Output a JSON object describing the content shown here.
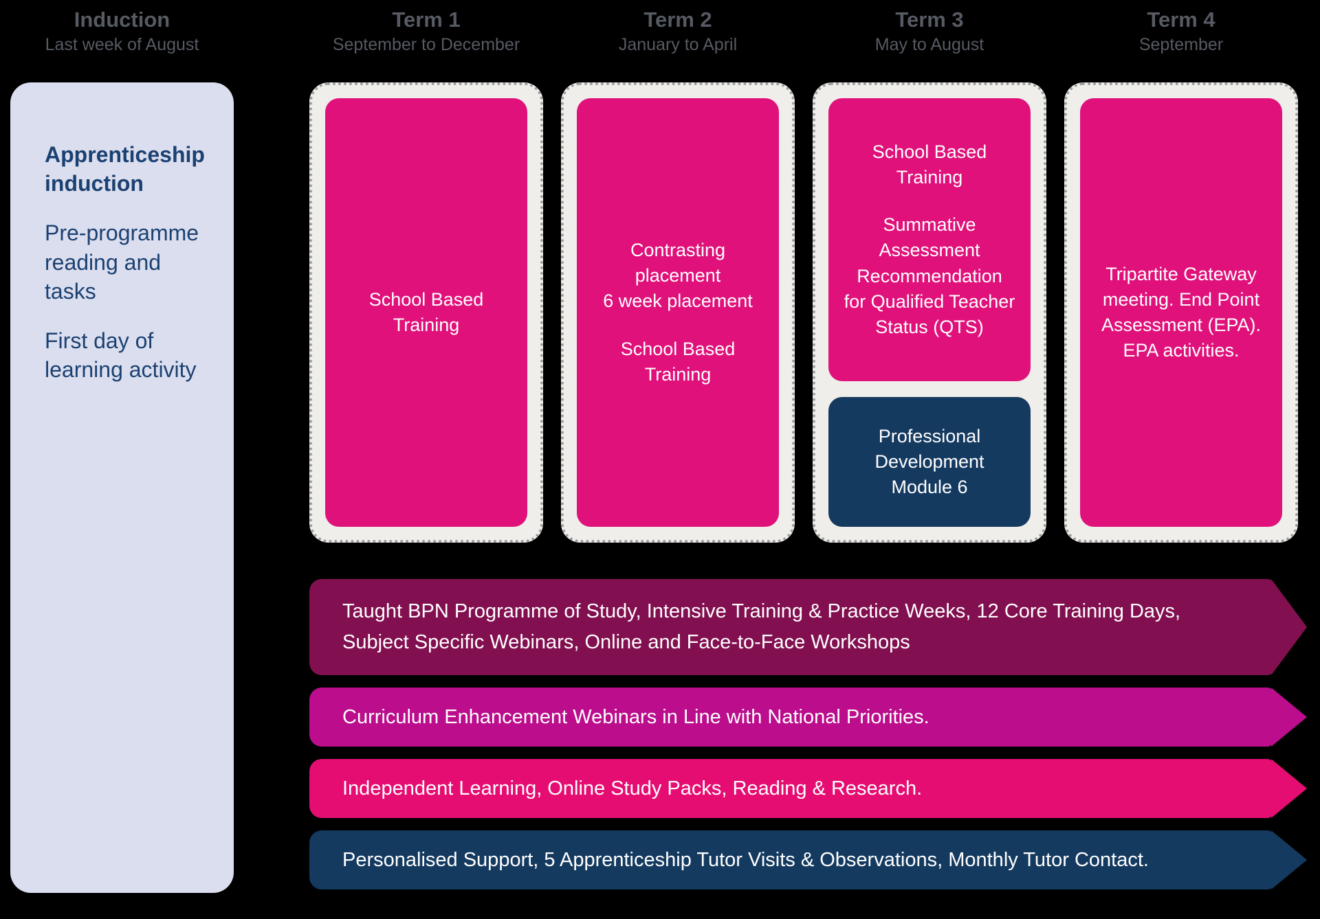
{
  "colors": {
    "background": "#000000",
    "header_text": "#565A62",
    "panel_bg": "#DBDEEE",
    "panel_text": "#1B4172",
    "term_box_bg": "#EFEEEA",
    "term_box_dots": "#9E9E9E",
    "card_pink": "#E0117A",
    "card_navy": "#153A60",
    "banner_maroon": "#821050",
    "banner_magenta": "#BB0D8C",
    "banner_pink": "#E50D72",
    "banner_navy": "#153A60"
  },
  "induction_column": {
    "header": {
      "title": "Induction",
      "subtitle": "Last week of August"
    },
    "panel": {
      "bg": "#DBDEEE",
      "heading": "Apprenticeship induction",
      "items": [
        "Pre-programme reading and tasks",
        "First day of learning activity"
      ]
    }
  },
  "terms": [
    {
      "header": {
        "title": "Term 1",
        "subtitle": "September to December"
      },
      "cards": [
        {
          "bg": "#E0117A",
          "paragraphs": [
            "School Based Training"
          ]
        }
      ]
    },
    {
      "header": {
        "title": "Term 2",
        "subtitle": "January to April"
      },
      "cards": [
        {
          "bg": "#E0117A",
          "paragraphs": [
            "Contrasting placement\n6 week placement",
            "School Based Training"
          ]
        }
      ]
    },
    {
      "header": {
        "title": "Term 3",
        "subtitle": "May to August"
      },
      "cards": [
        {
          "bg": "#E0117A",
          "paragraphs": [
            "School Based Training",
            "Summative Assessment Recommendation for Qualified Teacher Status (QTS)"
          ]
        },
        {
          "bg": "#153A60",
          "paragraphs": [
            "Professional Development Module 6"
          ]
        }
      ]
    },
    {
      "header": {
        "title": "Term 4",
        "subtitle": "September"
      },
      "cards": [
        {
          "bg": "#E0117A",
          "paragraphs": [
            "Tripartite Gateway meeting. End Point Assessment (EPA). EPA activities."
          ]
        }
      ]
    }
  ],
  "banners": [
    {
      "bg": "#821050",
      "text": "Taught BPN Programme of Study, Intensive Training & Practice Weeks, 12 Core Training Days, Subject Specific Webinars, Online and Face-to-Face Workshops"
    },
    {
      "bg": "#BB0D8C",
      "text": "Curriculum Enhancement Webinars in Line with National Priorities."
    },
    {
      "bg": "#E50D72",
      "text": "Independent Learning, Online Study Packs, Reading & Research."
    },
    {
      "bg": "#153A60",
      "text": "Personalised Support, 5 Apprenticeship Tutor Visits & Observations, Monthly Tutor Contact."
    }
  ]
}
